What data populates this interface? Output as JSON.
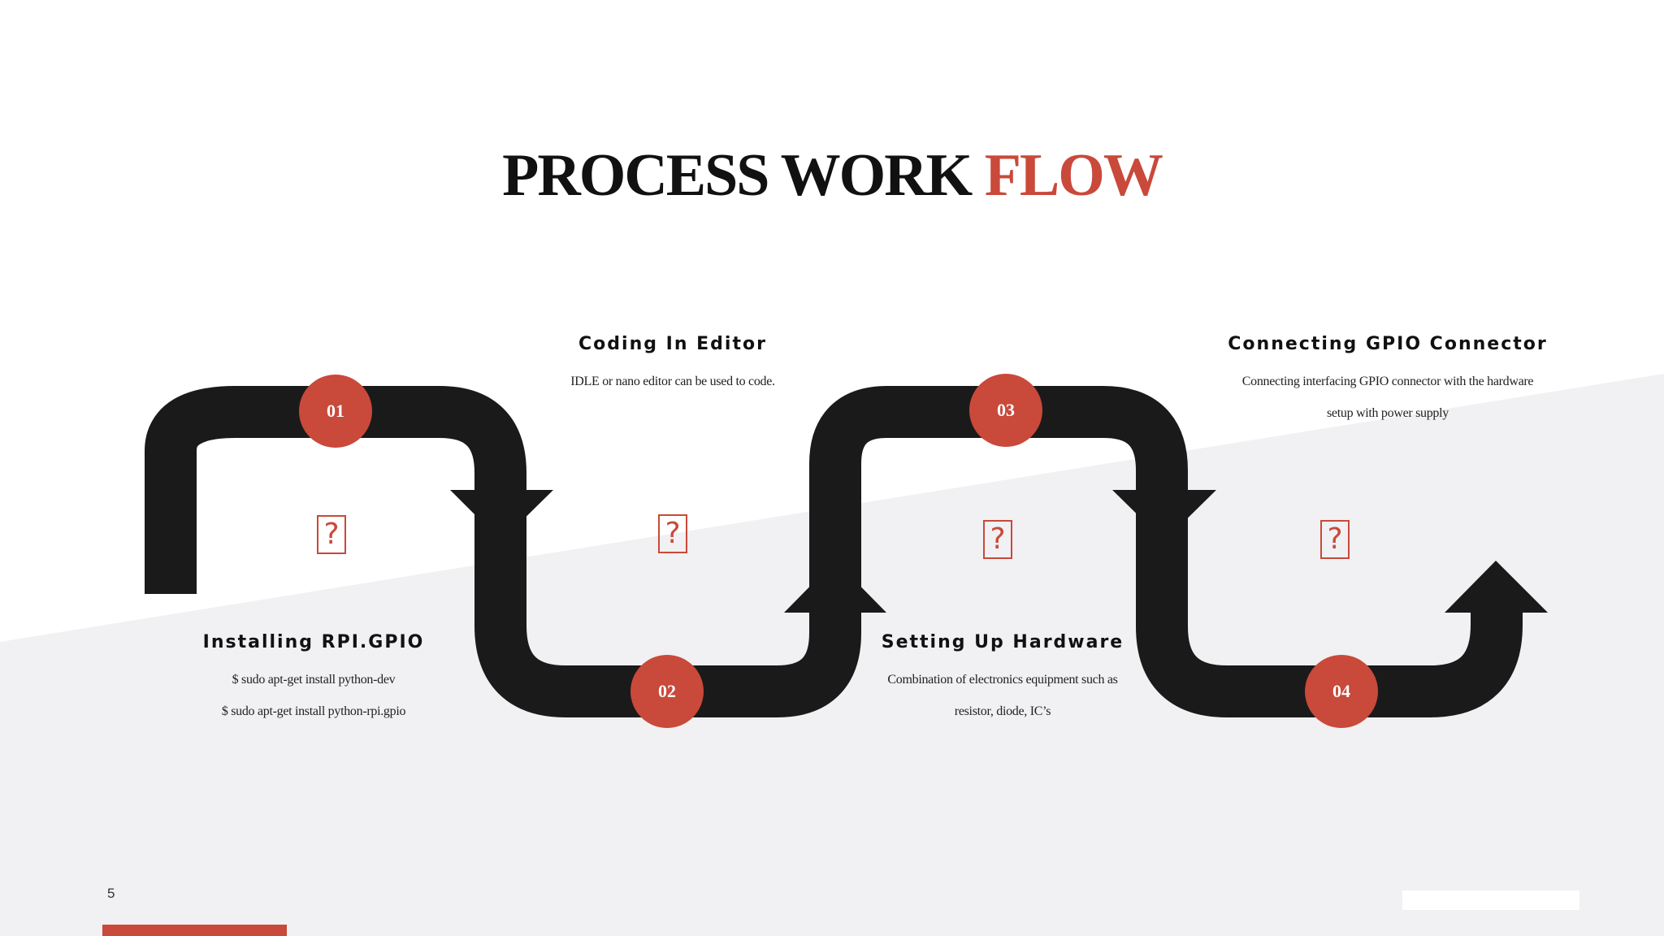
{
  "title": {
    "main": "PROCESS WORK",
    "accent": "FLOW"
  },
  "colors": {
    "accent": "#c9493a",
    "path": "#1a1a1a",
    "band": "#f1f0f2",
    "text": "#111111"
  },
  "steps": [
    {
      "number": "01",
      "title": "Installing RPI.GPIO",
      "lines": [
        "$ sudo apt-get install python-dev",
        "$ sudo apt-get install python-rpi.gpio"
      ],
      "icon": "missing-glyph-icon"
    },
    {
      "number": "02",
      "title": "Coding In Editor",
      "lines": [
        "IDLE or nano editor can be used to code."
      ],
      "icon": "missing-glyph-icon"
    },
    {
      "number": "03",
      "title": "Setting Up Hardware",
      "lines": [
        "Combination of electronics equipment such as",
        "resistor, diode, IC’s"
      ],
      "icon": "missing-glyph-icon"
    },
    {
      "number": "04",
      "title": "Connecting GPIO Connector",
      "lines": [
        "Connecting interfacing GPIO connector with the hardware",
        "setup with power supply"
      ],
      "icon": "missing-glyph-icon"
    }
  ],
  "icon_glyph": "?",
  "page_number": "5"
}
